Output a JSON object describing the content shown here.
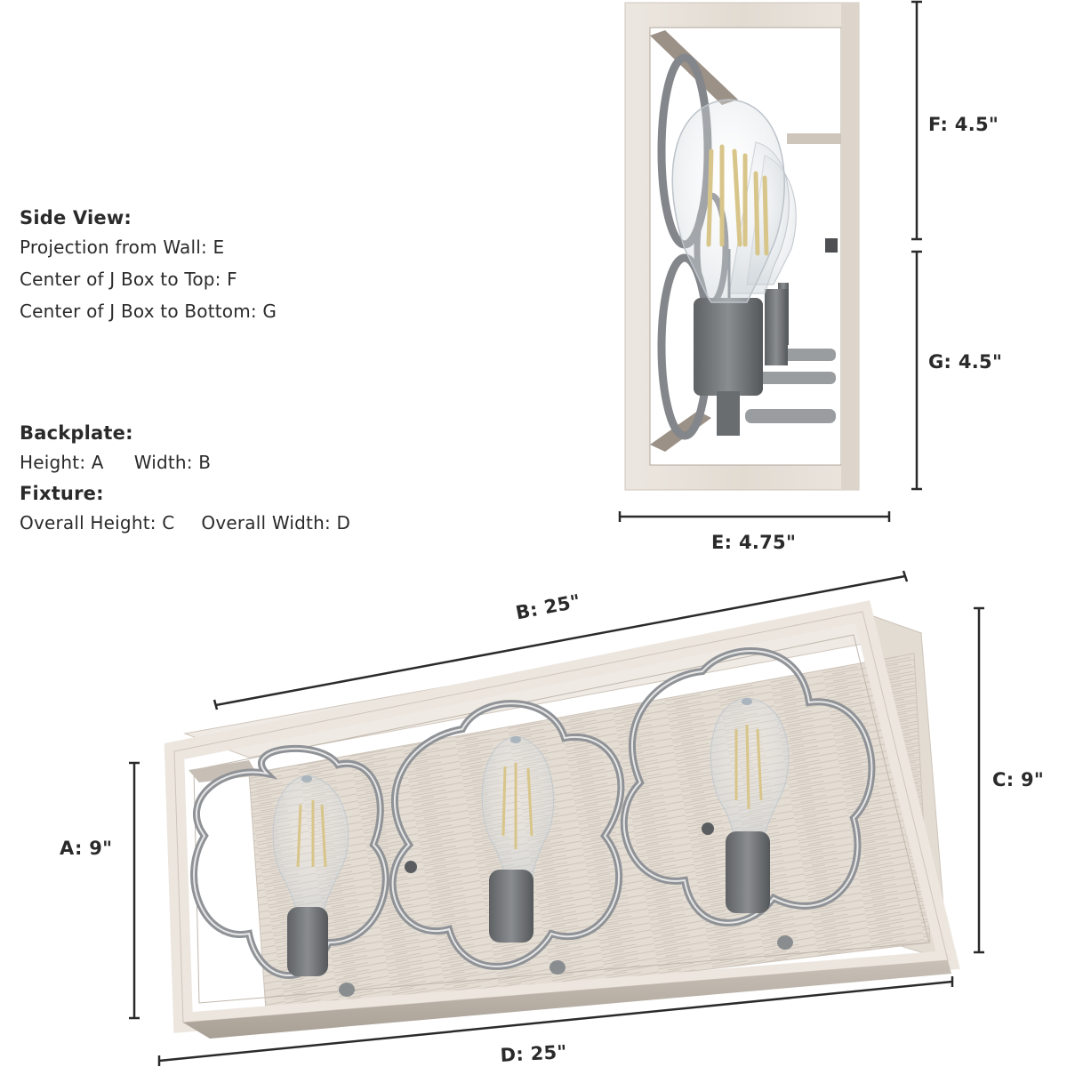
{
  "legend": {
    "side_view": {
      "heading": "Side View:",
      "lines": [
        "Projection from Wall: E",
        "Center of J Box to Top: F",
        "Center of J Box to Bottom: G"
      ]
    },
    "backplate": {
      "heading": "Backplate:",
      "height": "Height: A",
      "width": "Width: B"
    },
    "fixture": {
      "heading": "Fixture:",
      "overall_height": "Overall Height: C",
      "overall_width": "Overall Width: D"
    }
  },
  "dimensions": {
    "A": "A: 9\"",
    "B": "B: 25\"",
    "C": "C: 9\"",
    "D": "D: 25\"",
    "E": "E: 4.75\"",
    "F": "F: 4.5\"",
    "G": "G: 4.5\""
  },
  "colors": {
    "text": "#2a2a2a",
    "wood_frame": "#e6e0d8",
    "wood_dark": "#b9b0a6",
    "metal": "#8a8d90",
    "socket": "#6f7275",
    "filament": "#d8c58a"
  }
}
